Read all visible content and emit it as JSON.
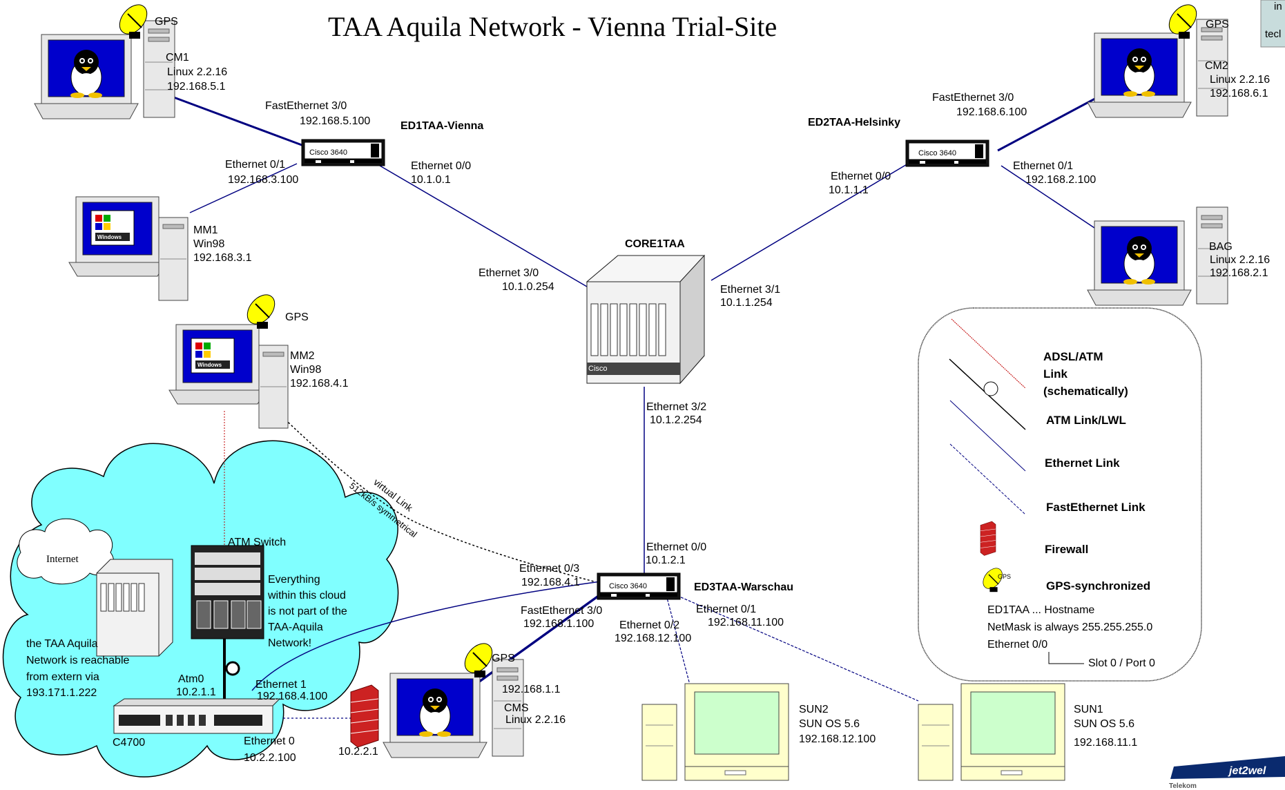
{
  "title": "TAA Aquila Network - Vienna Trial-Site",
  "gps_label": "GPS",
  "nodes": {
    "cm1": {
      "name": "CM1",
      "os": "Linux 2.2.16",
      "ip": "192.168.5.1"
    },
    "mm1": {
      "name": "MM1",
      "os": "Win98",
      "ip": "192.168.3.1"
    },
    "mm2": {
      "name": "MM2",
      "os": "Win98",
      "ip": "192.168.4.1"
    },
    "cm2": {
      "name": "CM2",
      "os": "Linux 2.2.16",
      "ip": "192.168.6.1"
    },
    "bag": {
      "name": "BAG",
      "os": "Linux 2.2.16",
      "ip": "192.168.2.1"
    },
    "cms": {
      "name": "CMS",
      "os": "Linux 2.2.16",
      "ip": "192.168.1.1",
      "ip2": "10.2.2.1"
    },
    "sun2": {
      "name": "SUN2",
      "os": "SUN OS 5.6",
      "ip": "192.168.12.100"
    },
    "sun1": {
      "name": "SUN1",
      "os": "SUN OS 5.6",
      "ip": "192.168.11.1"
    }
  },
  "routers": {
    "ed1": {
      "name": "ED1TAA-Vienna",
      "device": "Cisco 3640",
      "ports": [
        {
          "name": "FastEthernet 3/0",
          "ip": "192.168.5.100"
        },
        {
          "name": "Ethernet 0/1",
          "ip": "192.168.3.100"
        },
        {
          "name": "Ethernet 0/0",
          "ip": "10.1.0.1"
        }
      ]
    },
    "ed2": {
      "name": "ED2TAA-Helsinky",
      "device": "Cisco 3640",
      "ports": [
        {
          "name": "FastEthernet 3/0",
          "ip": "192.168.6.100"
        },
        {
          "name": "Ethernet 0/1",
          "ip": "192.168.2.100"
        },
        {
          "name": "Ethernet 0/0",
          "ip": "10.1.1.1"
        }
      ]
    },
    "core": {
      "name": "CORE1TAA",
      "device": "Cisco",
      "ports": [
        {
          "name": "Ethernet 3/0",
          "ip": "10.1.0.254"
        },
        {
          "name": "Ethernet 3/1",
          "ip": "10.1.1.254"
        },
        {
          "name": "Ethernet 3/2",
          "ip": "10.1.2.254"
        }
      ]
    },
    "ed3": {
      "name": "ED3TAA-Warschau",
      "device": "Cisco 3640",
      "ports": [
        {
          "name": "Ethernet 0/0",
          "ip": "10.1.2.1"
        },
        {
          "name": "Ethernet 0/3",
          "ip": "192.168.4.1"
        },
        {
          "name": "FastEthernet 3/0",
          "ip": "192.168.1.100"
        },
        {
          "name": "Ethernet 0/2",
          "ip": "192.168.12.100"
        },
        {
          "name": "Ethernet 0/1",
          "ip": "192.168.11.100"
        }
      ]
    }
  },
  "cloud": {
    "internet": "Internet",
    "atm_switch": "ATM Switch",
    "note": [
      "Everything",
      "within this cloud",
      "is not part of the",
      "TAA-Aquila",
      "Network!"
    ],
    "reach": [
      "the TAA Aquila",
      "Network is reachable",
      "from extern via",
      "193.171.1.222"
    ],
    "c4700": {
      "name": "C4700",
      "atm0": {
        "name": "Atm0",
        "ip": "10.2.1.1"
      },
      "eth1": {
        "name": "Ethernet  1",
        "ip": "192.168.4.100"
      },
      "eth0": {
        "name": "Ethernet 0",
        "ip": "10.2.2.100"
      }
    }
  },
  "virtual_link": {
    "label": "virtual Link",
    "speed": "512kB/s symmetrical"
  },
  "legend": {
    "adsl": [
      "ADSL/ATM",
      "Link",
      "(schematically)"
    ],
    "atm": "ATM Link/LWL",
    "ethernet": "Ethernet Link",
    "fast": "FastEthernet Link",
    "firewall": "Firewall",
    "gps": "GPS-synchronized",
    "gps_icon_text": "GPS",
    "notes": [
      "ED1TAA ... Hostname",
      "NetMask is always 255.255.255.0",
      "Ethernet 0/0",
      "Slot 0 / Port 0"
    ]
  },
  "corner": {
    "top": [
      "in",
      "tecl"
    ],
    "logo": "jet2wel",
    "telekom": "Telekom"
  },
  "colors": {
    "cloud": "#80ffff",
    "link": "#000080",
    "adsl": "#c00000",
    "monitor_blue": "#0000cc",
    "sun_screen": "#ccffcc",
    "firewall": "#cc2222"
  }
}
